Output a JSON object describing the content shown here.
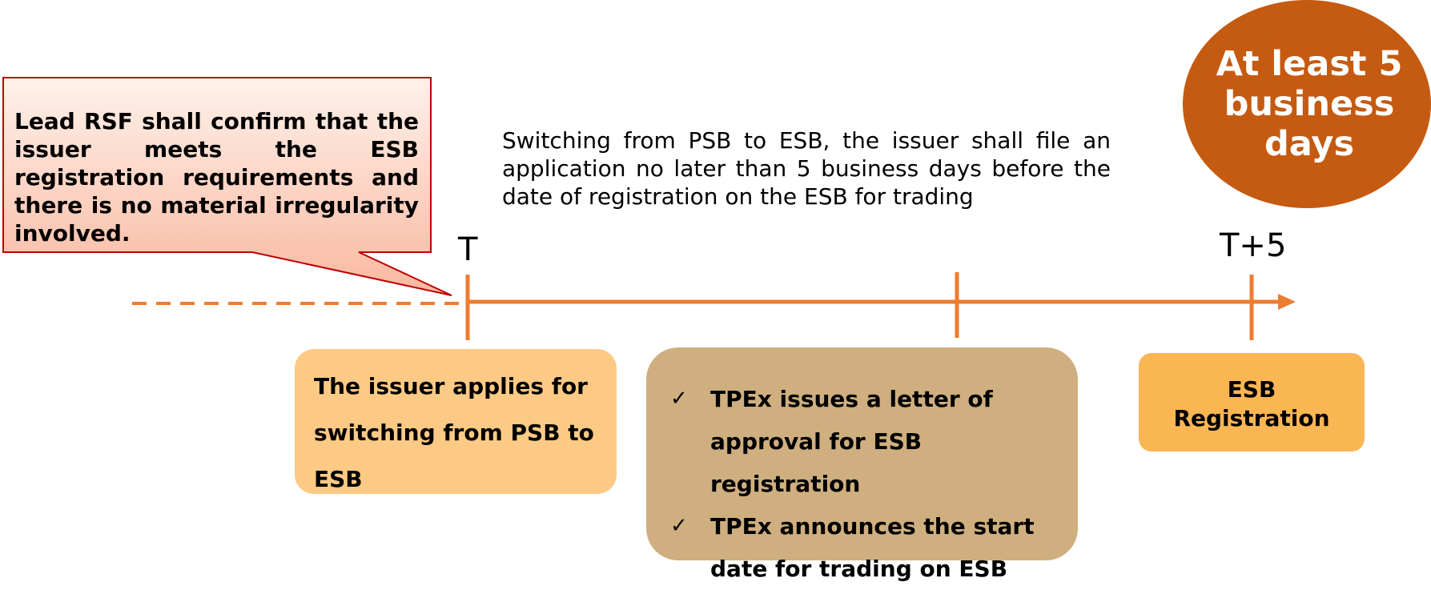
{
  "colors": {
    "timeline": "#ed7d31",
    "callout_border": "#c00000",
    "badge": "#c55a11",
    "box_left": "#fdca85",
    "box_middle": "#cfaf7f",
    "box_right": "#fbb654"
  },
  "callout": {
    "text": "Lead RSF shall confirm that the issuer meets the ESB registration requirements and there is no material irregularity involved."
  },
  "intro": {
    "text": "Switching from PSB to ESB, the issuer shall file an application no later than 5 business days before the date of registration on the ESB for trading"
  },
  "badge": {
    "line1": "At least 5",
    "line2": "business",
    "line3": "days"
  },
  "timeline": {
    "start_label": "T",
    "end_label": "T+5"
  },
  "boxes": {
    "left": {
      "text": "The issuer applies for switching from PSB to ESB"
    },
    "middle": {
      "items": [
        {
          "icon": "check-icon",
          "text": "TPEx issues a letter of approval for ESB registration"
        },
        {
          "icon": "check-icon",
          "text": "TPEx announces the start date for trading on ESB"
        }
      ]
    },
    "right": {
      "line1": "ESB",
      "line2": "Registration"
    }
  }
}
